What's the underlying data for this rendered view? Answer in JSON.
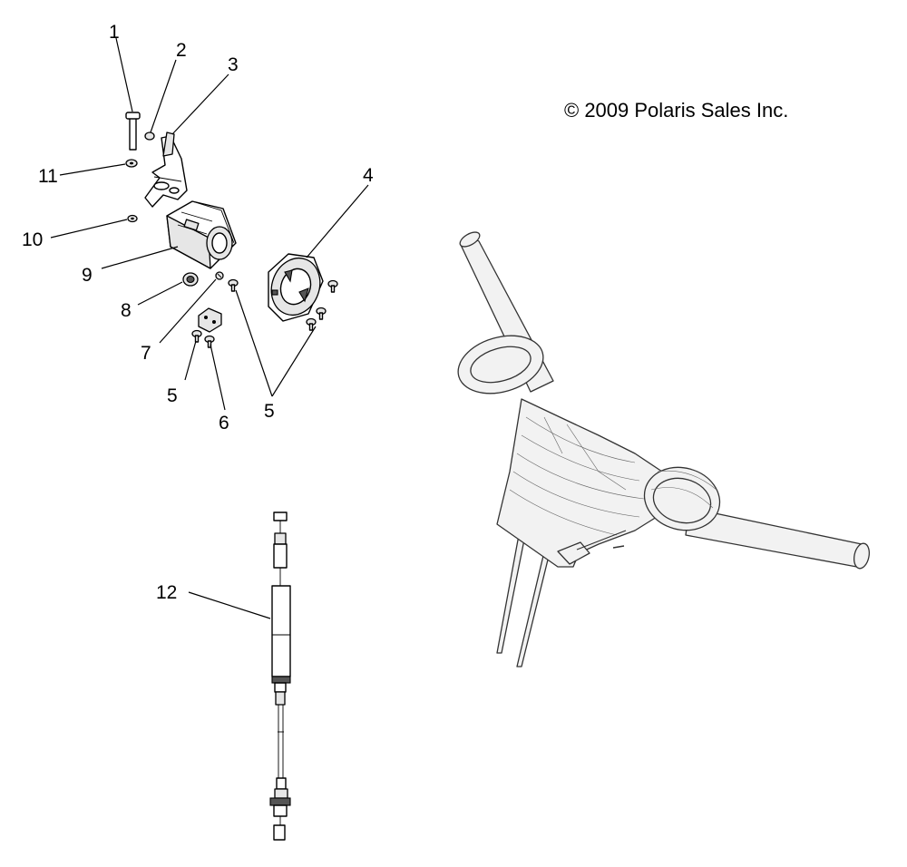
{
  "copyright": "© 2009 Polaris Sales Inc.",
  "callouts": [
    "1",
    "2",
    "3",
    "4",
    "5",
    "5",
    "6",
    "7",
    "8",
    "9",
    "10",
    "11",
    "12"
  ]
}
